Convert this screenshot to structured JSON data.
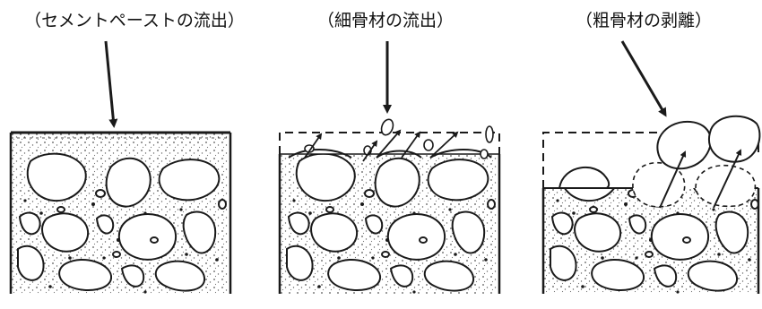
{
  "captions": {
    "paste_outflow": "（セメントペーストの流出）",
    "fine_aggregate_outflow": "（細骨材の流出）",
    "coarse_aggregate_peeling": "（粗骨材の剥離）"
  },
  "colors": {
    "line": "#1a1a1a",
    "background": "#ffffff"
  }
}
